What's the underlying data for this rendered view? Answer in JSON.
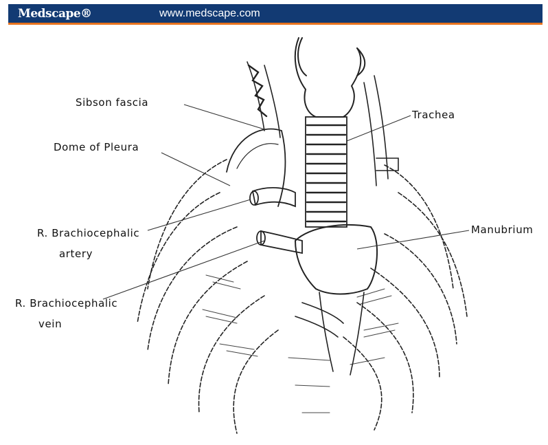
{
  "header": {
    "brand": "Medscape®",
    "url": "www.medscape.com",
    "bar_color": "#123a73",
    "accent_color": "#e8731e"
  },
  "diagram": {
    "labels": {
      "sibson_fascia": "Sibson   fascia",
      "dome_of_pleura": "Dome of Pleura",
      "trachea": "Trachea",
      "manubrium": "Manubrium",
      "r_brachiocephalic_artery_line1": "R. Brachiocephalic",
      "r_brachiocephalic_artery_line2": "artery",
      "r_brachiocephalic_vein_line1": "R. Brachiocephalic",
      "r_brachiocephalic_vein_line2": "vein"
    }
  }
}
